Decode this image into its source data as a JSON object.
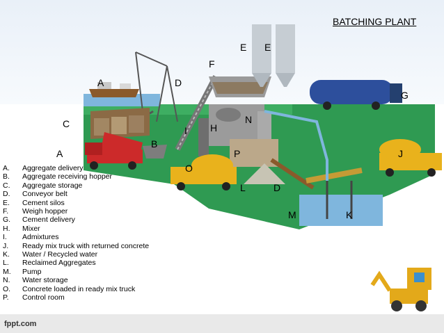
{
  "title": "BATCHING PLANT",
  "labels": {
    "A1": "A",
    "A2": "A",
    "B": "B",
    "C": "C",
    "D1": "D",
    "D2": "D",
    "E1": "E",
    "E2": "E",
    "F": "F",
    "G": "G",
    "H": "H",
    "I": "I",
    "J": "J",
    "K": "K",
    "L": "L",
    "M": "M",
    "N": "N",
    "O": "O",
    "P": "P"
  },
  "legend": [
    {
      "key": "A.",
      "text": "Aggregate delivery"
    },
    {
      "key": "B.",
      "text": "Aggregate receiving hopper"
    },
    {
      "key": "C.",
      "text": "Aggregate storage"
    },
    {
      "key": "D.",
      "text": "Conveyor belt"
    },
    {
      "key": "E.",
      "text": "Cement silos"
    },
    {
      "key": "F.",
      "text": "Weigh hopper"
    },
    {
      "key": "G.",
      "text": "Cement delivery"
    },
    {
      "key": "H.",
      "text": "Mixer"
    },
    {
      "key": "I.",
      "text": "Admixtures"
    },
    {
      "key": "J.",
      "text": "Ready mix truck with returned concrete"
    },
    {
      "key": "K.",
      "text": "Water / Recycled water"
    },
    {
      "key": "L.",
      "text": "Reclaimed Aggregates"
    },
    {
      "key": "M.",
      "text": "Pump"
    },
    {
      "key": "N.",
      "text": "Water storage"
    },
    {
      "key": "O.",
      "text": "Concrete loaded in ready mix truck"
    },
    {
      "key": "P.",
      "text": "Control room"
    }
  ],
  "footer": "fppt.com",
  "colors": {
    "ground": "#2f9a52",
    "water": "#7fb6dd",
    "truck_red": "#cc2a2a",
    "truck_yellow": "#e9b21c",
    "tanker_blue": "#2d4f9c"
  }
}
